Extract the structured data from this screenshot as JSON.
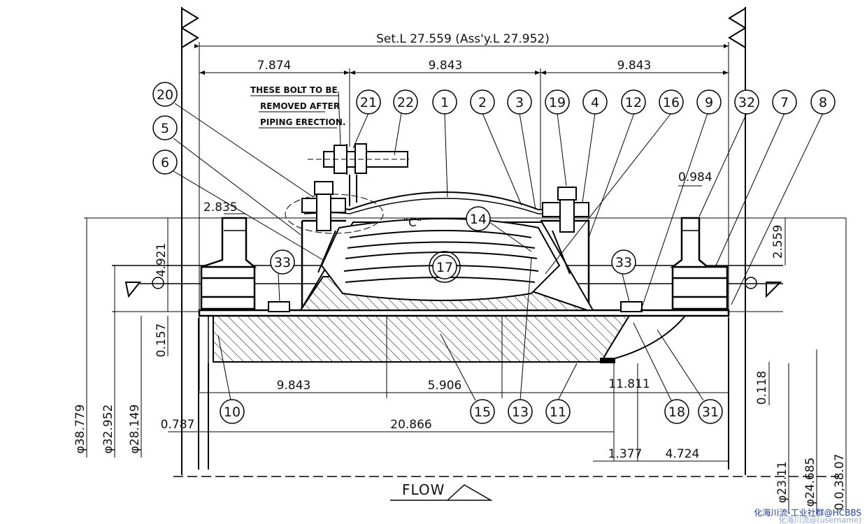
{
  "drawing": {
    "overall_dimension": "Set.L 27.559 (Ass'y.L 27.952)",
    "top_dims": [
      "7.874",
      "9.843",
      "9.843"
    ],
    "note_lines": [
      "THESE BOLT TO BE",
      "REMOVED AFTER",
      "PIPING ERECTION."
    ],
    "detail_label": "\"C\"",
    "side_dims": {
      "left_small": "2.835",
      "left_height": "4.921",
      "right_small": "0.984",
      "right_height": "2.559",
      "gap": "0.157",
      "thk": "0.118"
    },
    "bottom_dims": {
      "a": "9.843",
      "b": "5.906",
      "c": "11.811",
      "d": "20.866",
      "e": "0.787",
      "f": "1.377",
      "g": "4.724"
    },
    "diameters_left": [
      "φ38.779",
      "φ32.952",
      "φ28.149"
    ],
    "diameters_right": [
      "φ23.11",
      "φ24.685",
      "0.0,38.07"
    ],
    "flow_label": "FLOW",
    "balloons_top": [
      "20",
      "5",
      "6",
      "21",
      "22",
      "1",
      "2",
      "3",
      "19",
      "4",
      "12",
      "16",
      "9",
      "32",
      "7",
      "8"
    ],
    "balloons_inner": [
      "14",
      "17",
      "33",
      "33"
    ],
    "balloons_bottom": [
      "10",
      "15",
      "13",
      "11",
      "18",
      "31"
    ]
  },
  "watermark": {
    "text": "化海川流-工业社群@HCBBS",
    "subtext": "化海川流@(username)"
  }
}
